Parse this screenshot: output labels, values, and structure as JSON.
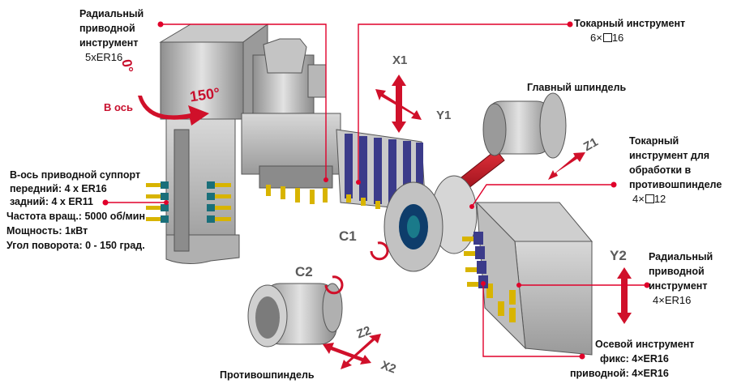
{
  "labels": {
    "radial_tool_title": [
      "Радиальный",
      "приводной",
      "инструмент"
    ],
    "radial_tool_value": "5xER16",
    "angle_0": "0°",
    "angle_150": "150°",
    "b_axis": "B ось",
    "turning_tool_title": "Токарный инструмент",
    "turning_tool_value": "6×",
    "turning_tool_value_suffix": "16",
    "main_spindle": "Главный шпиндель",
    "counter_turning_title": [
      "Токарный",
      "инструмент для",
      "обработки в",
      "противошпинделе"
    ],
    "counter_turning_value": "4×",
    "counter_turning_value_suffix": "12",
    "b_axis_block": {
      "lines": [
        "B-ось приводной суппорт",
        "передний: 4 x ER16",
        "задний: 4 x ER11",
        "Частота вращ.: 5000 об/мин",
        "Мощность: 1кВт",
        "Угол поворота: 0 - 150 град."
      ]
    },
    "radial_tool2_title": [
      "Радиальный",
      "приводной",
      "инструмент"
    ],
    "radial_tool2_value": "4×ER16",
    "axial_tool": [
      "Осевой инструмент",
      "фикс: 4×ER16",
      "приводной: 4×ER16"
    ],
    "counter_spindle": "Противошпиндель"
  },
  "axes": {
    "x1": "X1",
    "y1": "Y1",
    "z1": "Z1",
    "c1": "C1",
    "c2": "C2",
    "y2": "Y2",
    "z2": "Z2",
    "x2": "X2"
  },
  "colors": {
    "accent": "#d0102a",
    "callout": "#e0002a",
    "metal_light": "#d9d9d9",
    "metal_mid": "#a8a8a8",
    "metal_dark": "#6a6a6a"
  }
}
